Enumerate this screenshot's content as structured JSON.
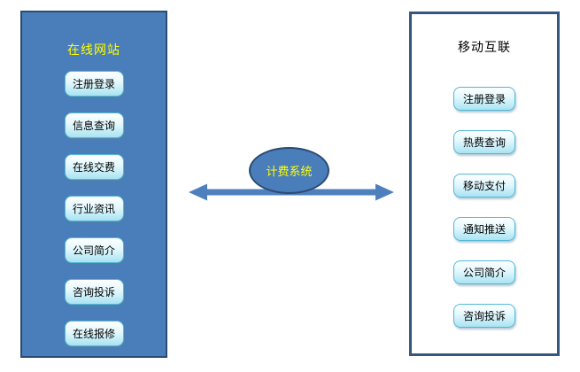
{
  "colors": {
    "panel_fill": "#4A7EBA",
    "panel_border": "#2B4B72",
    "right_panel_border": "#35577F",
    "button_border": "#52B8D8",
    "button_fill_top": "#FDFFFF",
    "button_fill_bottom": "#A9E3F2",
    "title_yellow": "#FFFF00",
    "arrow_blue": "#4E80BD"
  },
  "left_panel": {
    "title": "在线网站",
    "items": [
      "注册登录",
      "信息查询",
      "在线交费",
      "行业资讯",
      "公司简介",
      "咨询投诉",
      "在线报修"
    ]
  },
  "center": {
    "label": "计费系统"
  },
  "right_panel": {
    "title": "移动互联",
    "items": [
      "注册登录",
      "热费查询",
      "移动支付",
      "通知推送",
      "公司简介",
      "咨询投诉"
    ]
  }
}
